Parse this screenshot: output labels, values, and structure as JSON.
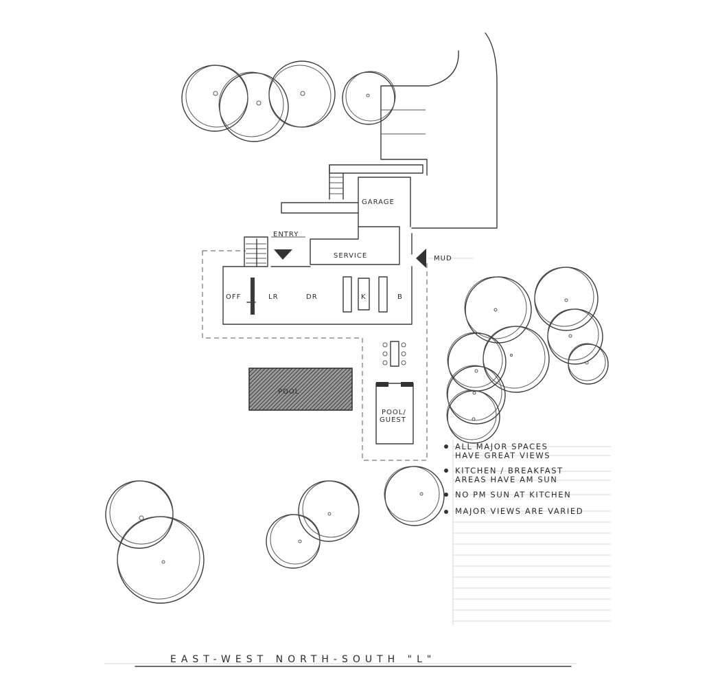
{
  "rooms": {
    "garage": "GARAGE",
    "entry": "ENTRY",
    "service": "SERVICE",
    "mud": "MUD",
    "off": "OFF",
    "lr": "LR",
    "dr": "DR",
    "k": "K",
    "b": "B",
    "pool": "POOL",
    "pool_guest_1": "POOL/",
    "pool_guest_2": "GUEST"
  },
  "notes": [
    {
      "line1": "ALL MAJOR SPACES",
      "line2": "HAVE GREAT VIEWS"
    },
    {
      "line1": "KITCHEN / BREAKFAST",
      "line2": "AREAS HAVE AM SUN"
    },
    {
      "line1": "NO PM SUN AT KITCHEN",
      "line2": ""
    },
    {
      "line1": "MAJOR VIEWS ARE VARIED",
      "line2": ""
    }
  ],
  "title": "EAST-WEST NORTH-SOUTH \"L\"",
  "colors": {
    "ink": "#3a3a3a",
    "hatch": "#6a6a6a"
  }
}
